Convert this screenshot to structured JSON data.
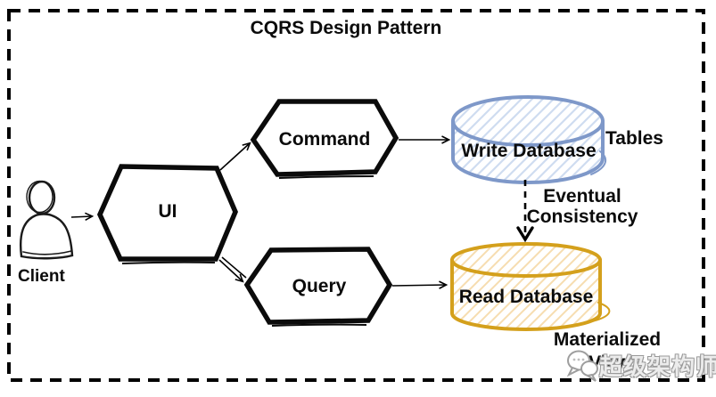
{
  "title": "CQRS Design Pattern",
  "nodes": {
    "client": {
      "label": "Client",
      "icon": "person-icon"
    },
    "ui": {
      "label": "UI",
      "shape": "hexagon"
    },
    "command": {
      "label": "Command",
      "shape": "hexagon"
    },
    "query": {
      "label": "Query",
      "shape": "hexagon"
    },
    "write_db": {
      "label": "Write Database",
      "shape": "database-cylinder"
    },
    "read_db": {
      "label": "Read Database",
      "shape": "database-cylinder"
    }
  },
  "annotations": {
    "tables": "Tables",
    "eventual_consistency_line1": "Eventual",
    "eventual_consistency_line2": "Consistency",
    "materialized": "Materialized",
    "view": "View"
  },
  "watermark": {
    "text": "超级架构师",
    "icon": "chat-bubbles-icon"
  },
  "colors": {
    "shape_outline": "#000000",
    "write_db_stroke": "#7E98C9",
    "write_db_hatch": "#CFDCF0",
    "read_db_stroke": "#D4A01C",
    "read_db_hatch": "#F6DDB0",
    "watermark_gray": "#9A9A9A"
  }
}
